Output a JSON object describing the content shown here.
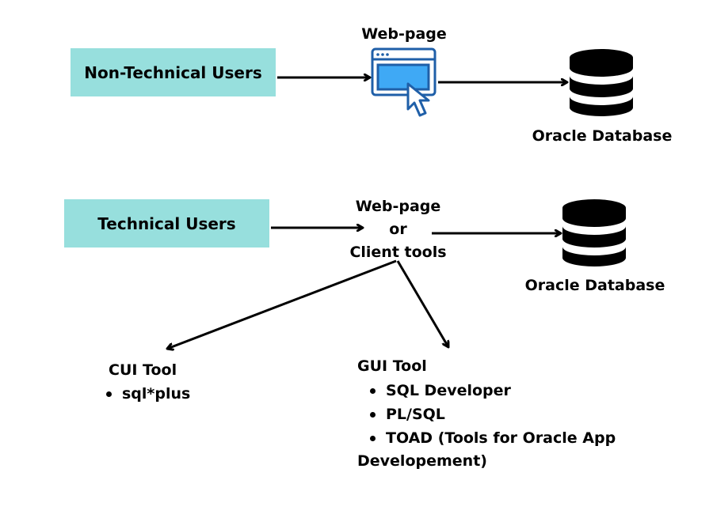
{
  "row1": {
    "source": "Non-Technical Users",
    "middle_title": "Web-page",
    "target": "Oracle Database",
    "icons": {
      "middle": "web-browser-cursor-icon",
      "target": "database-icon"
    }
  },
  "row2": {
    "source": "Technical Users",
    "middle_lines": [
      "Web-page",
      "or",
      "Client tools"
    ],
    "target": "Oracle Database",
    "icons": {
      "target": "database-icon"
    }
  },
  "cui": {
    "title": "CUI Tool",
    "items": [
      "sql*plus"
    ]
  },
  "gui": {
    "title": "GUI Tool",
    "items": [
      "SQL Developer",
      "PL/SQL",
      "TOAD (Tools for Oracle  App"
    ],
    "continuation": "Developement)"
  },
  "colors": {
    "box": "#97dfdd",
    "icon_blue": "#1f5fa8",
    "icon_fill": "#3fa9f5"
  }
}
